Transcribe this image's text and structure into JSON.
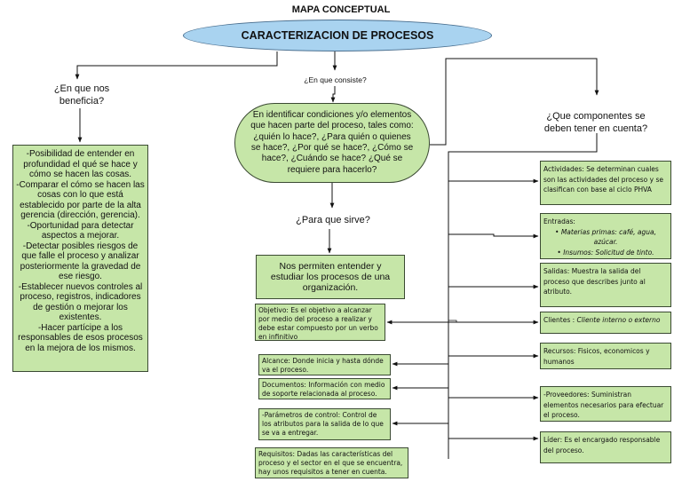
{
  "title": "MAPA CONCEPTUAL",
  "central": "CARACTERIZACION DE PROCESOS",
  "colors": {
    "central_fill": "#a9d3f0",
    "box_fill": "#c6e6a8",
    "box_border": "#3b4a33"
  },
  "left_branch": {
    "question": "¿En que nos beneficia?",
    "benefits": [
      "-Posibilidad de entender en profundidad el qué se hace y cómo se hacen las cosas.",
      "-Comparar el cómo se hacen las cosas con lo que está establecido por parte de la alta gerencia (dirección, gerencia).",
      "-Oportunidad para detectar aspectos a mejorar.",
      "-Detectar posibles riesgos de que falle el proceso y analizar posteriormente la gravedad de ese riesgo.",
      "-Establecer nuevos controles al proceso, registros, indicadores de gestión o mejorar los existentes.",
      "-Hacer partícipe a los responsables de esos procesos en la mejora de los mismos."
    ]
  },
  "center_branch": {
    "question": "¿En que consiste?",
    "answer": "En identificar condiciones y/o elementos que hacen parte del proceso, tales como: ¿quién lo hace?, ¿Para quién o quienes se hace?, ¿Por qué se hace?, ¿Cómo se hace?, ¿Cuándo se hace? ¿Qué se requiere para hacerlo?",
    "sirve_question": "¿Para que sirve?",
    "sirve_answer": "Nos permiten entender y estudiar los procesos de una organización."
  },
  "right_branch": {
    "question": "¿Que componentes se deben tener en cuenta?",
    "left_components": [
      {
        "label": "Objetivo:",
        "text": " Es el objetivo a alcanzar por medio del proceso a realizar y debe estar compuesto por un verbo en infinitivo"
      },
      {
        "label": "Alcance:",
        "text": " Donde inicia y hasta dónde va el proceso."
      },
      {
        "label": "Documentos:",
        "text": " Información con medio de soporte relacionada al proceso."
      },
      {
        "label": "-Parámetros de control:",
        "text": " Control de los atributos para la salida de lo que se va a entregar."
      },
      {
        "label": "Requisitos:",
        "text": " Dadas las características del proceso y el sector en el que se encuentra, hay unos requisitos a tener en cuenta."
      }
    ],
    "right_components": {
      "actividades": {
        "label": "Actividades:",
        "text": " Se determinan cuales son las actividades del proceso y se clasifican con base al ciclo PHVA"
      },
      "entradas": {
        "label": "Entradas:",
        "items": [
          "Materias primas: café, agua, azúcar.",
          "Insumos: Solicitud de tinto."
        ]
      },
      "salidas": {
        "label": "Salidas:",
        "text": " Muestra la salida del proceso que describes junto al atributo."
      },
      "clientes": {
        "label": "Clientes :",
        "text": " Cliente interno  o externo"
      },
      "recursos": {
        "label": "Recursos:",
        "text": " Fisicos, economicos y humanos"
      },
      "proveedores": {
        "label": "-Proveedores:",
        "text": " Suministran elementos necesarios para efectuar el proceso."
      },
      "lider": {
        "label": "Líder:",
        "text": " Es el encargado responsable del proceso."
      }
    }
  }
}
